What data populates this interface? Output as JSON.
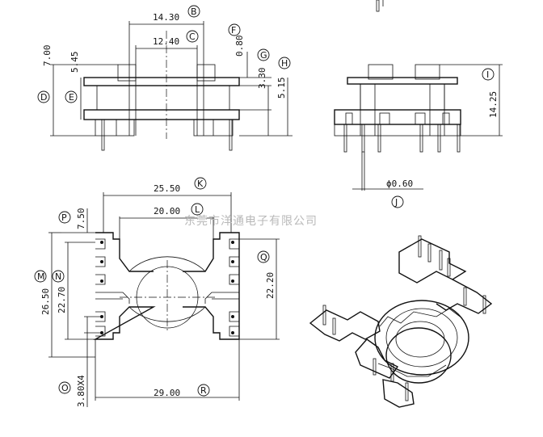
{
  "watermark": "东莞市洋通电子有限公司",
  "dimensions": {
    "top_width_outer": "14.30",
    "top_width_inner": "12.40",
    "height_total": "7.00",
    "height_body": "5.45",
    "flange_thickness": "0.80",
    "pin_height": "3.30",
    "pin_height_total": "5.15",
    "side_height": "14.25",
    "pin_diameter": "ϕ0.60",
    "plan_width": "25.50",
    "plan_width_inner": "20.00",
    "plan_flange": "7.50",
    "plan_height_outer": "26.50",
    "plan_height_inner": "22.70",
    "plan_height_right": "22.20",
    "pin_pitch": "3.80X4",
    "plan_width_bottom": "29.00"
  },
  "callouts": {
    "B": "B",
    "C": "C",
    "D": "D",
    "E": "E",
    "F": "F",
    "G": "G",
    "H": "H",
    "I": "I",
    "J": "J",
    "K": "K",
    "L": "L",
    "M": "M",
    "N": "N",
    "O": "O",
    "P": "P",
    "Q": "Q",
    "R": "R"
  }
}
